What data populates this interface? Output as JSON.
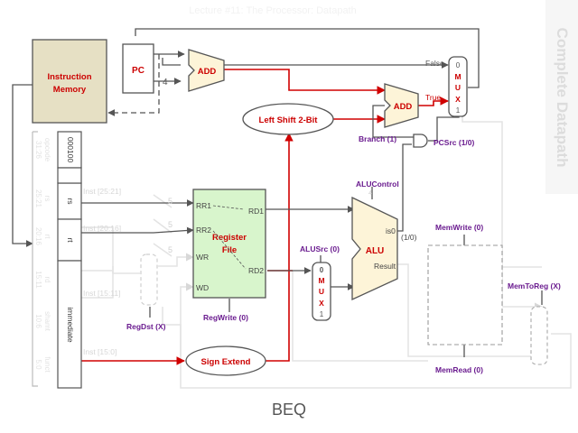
{
  "header": {
    "lecture_title": "Lecture #11: The Processor: Datapath",
    "side_title": "Complete Datapath"
  },
  "blocks": {
    "instruction_memory": [
      "Instruction",
      "Memory"
    ],
    "pc": "PC",
    "add_pc": "ADD",
    "add_branch": "ADD",
    "shift_left": "Left Shift 2-Bit",
    "register_file": [
      "Register",
      "File"
    ],
    "alu": "ALU",
    "sign_extend": "Sign Extend",
    "mux_alu": [
      "0",
      "M",
      "U",
      "X",
      "1"
    ],
    "mux_pc": [
      "0",
      "M",
      "U",
      "X",
      "1"
    ]
  },
  "ports": {
    "rr1": "RR1",
    "rr2": "RR2",
    "wr": "WR",
    "wd": "WD",
    "rd1": "RD1",
    "rd2": "RD2",
    "is0": "is0",
    "result": "Result",
    "four_alu": "4"
  },
  "labels": {
    "four": "4",
    "false": "False",
    "true": "True",
    "is0_value": "(1/0)"
  },
  "instruction_fields": [
    {
      "value": "000100",
      "faded": [
        "opcode",
        "31:26"
      ]
    },
    {
      "value": "rs",
      "faded": [
        "rs",
        "25:21"
      ]
    },
    {
      "value": "rt",
      "faded": [
        "rt",
        "20:16"
      ]
    },
    {
      "value": "immediate",
      "faded": [
        "rd",
        "15:11",
        "shamt",
        "10:6",
        "funct",
        "5:0"
      ]
    }
  ],
  "bus_labels": {
    "inst_25_21": "Inst [25:21]",
    "inst_20_16": "Inst [20:16]",
    "inst_15_11": "Inst [15:11]",
    "inst_15_0": "Inst [15:0]"
  },
  "signal_bits": {
    "five_a": "5",
    "five_b": "5",
    "five_c": "5"
  },
  "control_signals": {
    "branch": "Branch (1)",
    "pcsrc": "PCSrc (1/0)",
    "alucontrol": "ALUControl",
    "alusrc": "ALUSrc (0)",
    "memwrite": "MemWrite (0)",
    "memtoreg": "MemToReg (X)",
    "memread": "MemRead (0)",
    "regdst": "RegDst (X)",
    "regwrite": "RegWrite (0)"
  },
  "caption": "BEQ",
  "colors": {
    "active_path": "#d00000",
    "inactive_path": "#e6e6e6",
    "control": "#6a1b8f",
    "block_red_text": "#cc0000",
    "instr_mem_fill": "#e6e0c4",
    "regfile_fill": "#d8f5cc",
    "alu_fill": "#fdf4d8"
  }
}
